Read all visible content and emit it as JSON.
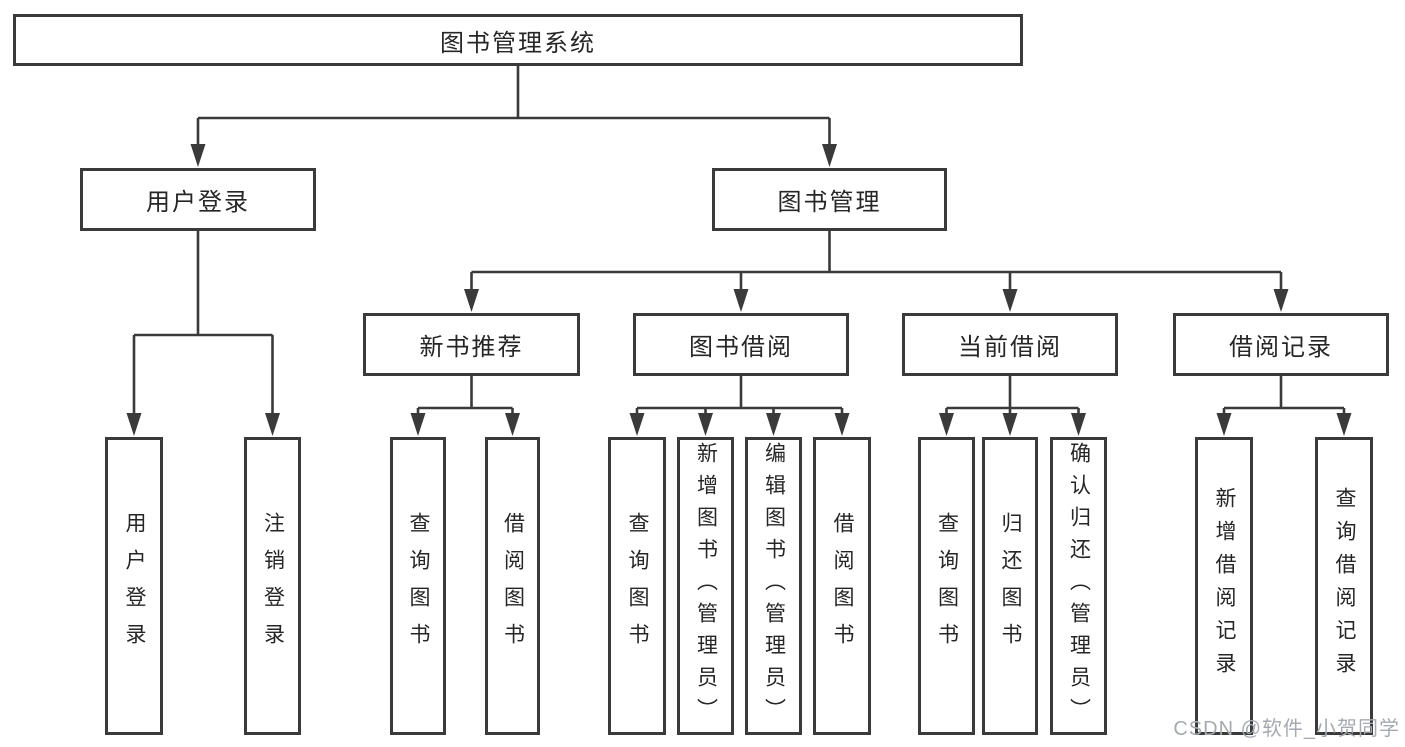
{
  "diagram": {
    "title": "图书管理系统",
    "type": "functional-structure-tree"
  },
  "nodes": {
    "root": {
      "label": "图书管理系统"
    },
    "user_login": {
      "label": "用户登录"
    },
    "book_management": {
      "label": "图书管理"
    },
    "new_book_recommendation": {
      "label": "新书推荐"
    },
    "book_borrowing": {
      "label": "图书借阅"
    },
    "current_borrowing": {
      "label": "当前借阅"
    },
    "borrowing_records": {
      "label": "借阅记录"
    },
    "leaf_user_login": {
      "label": "用户登录"
    },
    "leaf_logout": {
      "label": "注销登录"
    },
    "leaf_query_books_a": {
      "label": "查询图书"
    },
    "leaf_borrow_books_a": {
      "label": "借阅图书"
    },
    "leaf_query_books_b": {
      "label": "查询图书"
    },
    "leaf_add_books_admin": {
      "label": "新增图书（管理员）"
    },
    "leaf_edit_books_admin": {
      "label": "编辑图书（管理员）"
    },
    "leaf_borrow_books_b": {
      "label": "借阅图书"
    },
    "leaf_query_books_c": {
      "label": "查询图书"
    },
    "leaf_return_books": {
      "label": "归还图书"
    },
    "leaf_confirm_return_admin": {
      "label": "确认归还（管理员）"
    },
    "leaf_add_borrow_record": {
      "label": "新增借阅记录"
    },
    "leaf_query_borrow_record": {
      "label": "查询借阅记录"
    }
  },
  "hierarchy": {
    "图书管理系统": {
      "用户登录": [
        "用户登录",
        "注销登录"
      ],
      "图书管理": {
        "新书推荐": [
          "查询图书",
          "借阅图书"
        ],
        "图书借阅": [
          "查询图书",
          "新增图书（管理员）",
          "编辑图书（管理员）",
          "借阅图书"
        ],
        "当前借阅": [
          "查询图书",
          "归还图书",
          "确认归还（管理员）"
        ],
        "借阅记录": [
          "新增借阅记录",
          "查询借阅记录"
        ]
      }
    }
  },
  "watermark": {
    "text": "CSDN @软件_小贺同学"
  },
  "colors": {
    "line": "#3a3a3a",
    "box_border": "#3a3a3a",
    "text": "#262626",
    "background": "#ffffff",
    "watermark": "#a6aab0"
  }
}
